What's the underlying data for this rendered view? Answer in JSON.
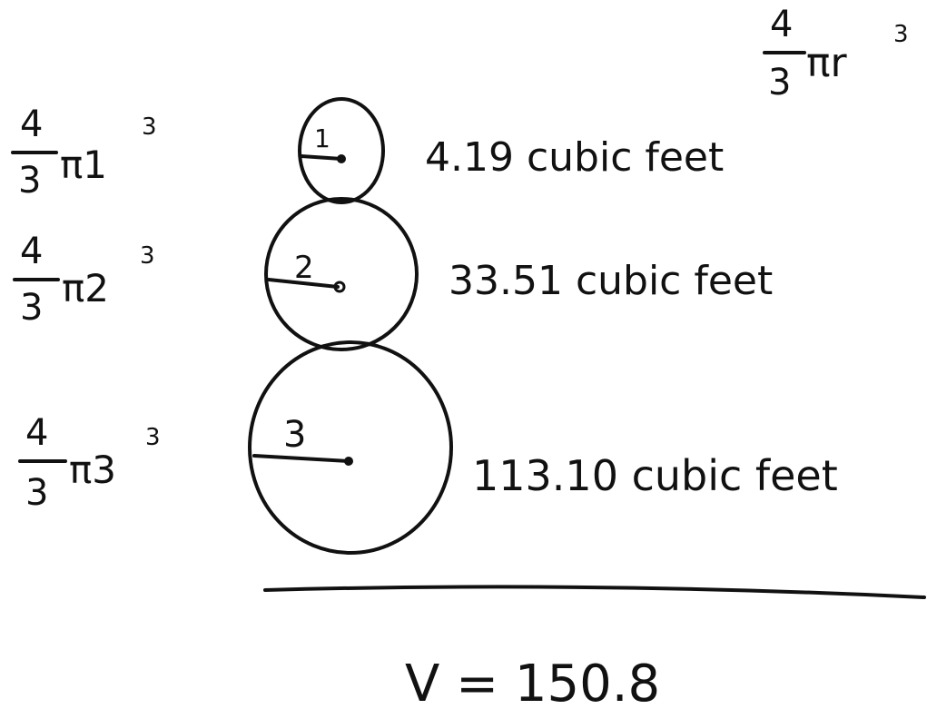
{
  "formula_top": {
    "numerator": "4",
    "denominator": "3",
    "body": "πr",
    "exponent": "3"
  },
  "rows": [
    {
      "numerator": "4",
      "denominator": "3",
      "body": "π1",
      "exponent": "3",
      "radius_label": "1",
      "volume": "4.19 cubic feet"
    },
    {
      "numerator": "4",
      "denominator": "3",
      "body": "π2",
      "exponent": "3",
      "radius_label": "2",
      "volume": "33.51 cubic feet"
    },
    {
      "numerator": "4",
      "denominator": "3",
      "body": "π3",
      "exponent": "3",
      "radius_label": "3",
      "volume": "113.10 cubic feet"
    }
  ],
  "total": "V = 150.8",
  "ink_color": "#111111"
}
